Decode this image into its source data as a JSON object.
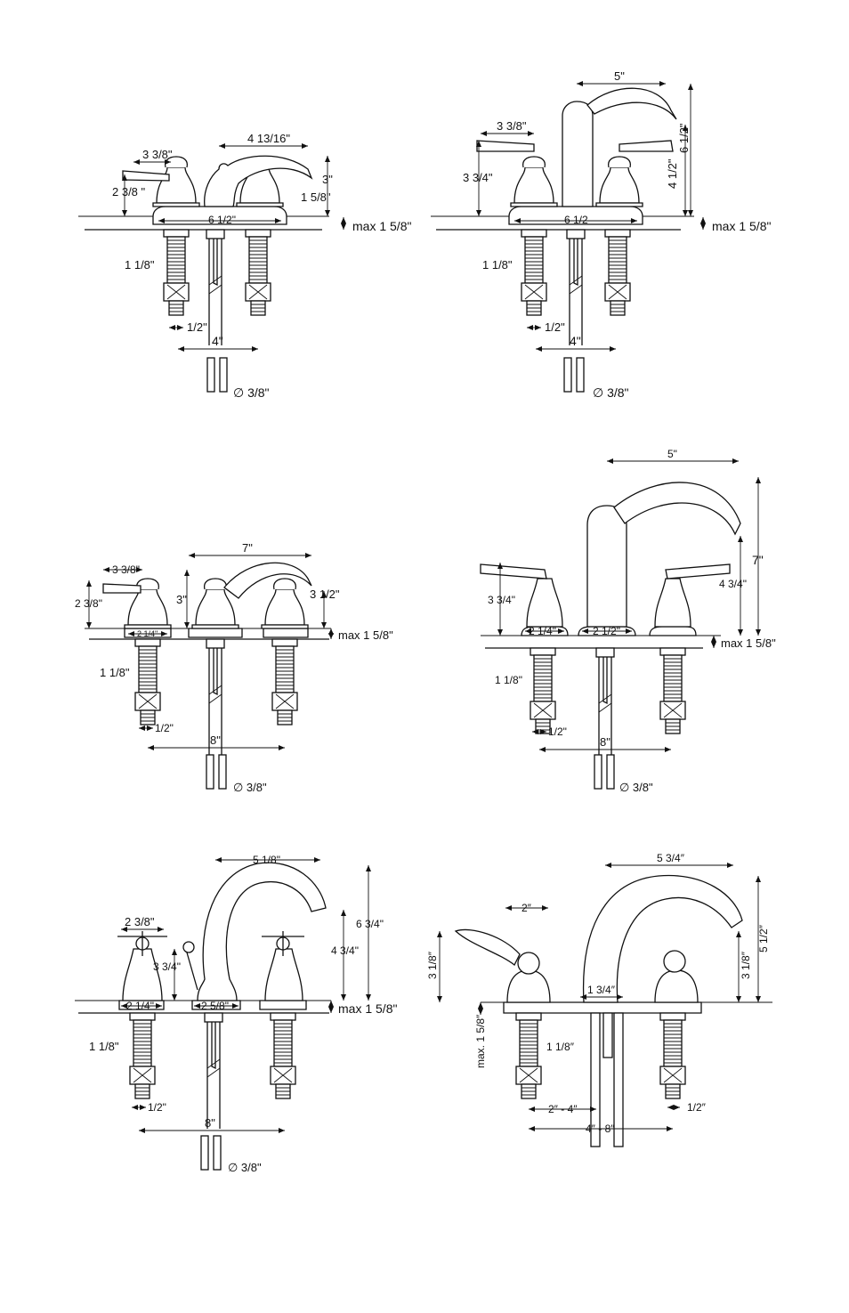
{
  "page": {
    "background": "#ffffff",
    "ink": "#111111"
  },
  "diagrams": [
    {
      "id": "d1",
      "dims": {
        "handle_width": "3 3/8\"",
        "spout_reach": "4 13/16\"",
        "handle_height": "2 3/8 \"",
        "overall_height": "3\"",
        "spout_height": "1 5/8\"",
        "base_width": "6 1/2\"",
        "max_deck": "max 1 5/8\"",
        "shank": "1 1/8\"",
        "thread": "1/2\"",
        "centers": "4\"",
        "supply": "∅ 3/8\""
      }
    },
    {
      "id": "d2",
      "dims": {
        "handle_width": "3 3/8\"",
        "spout_reach": "5\"",
        "handle_height": "3 3/4\"",
        "spout_height": "4 1/2\"",
        "overall_height": "6 1/2\"",
        "base_width": "6 1/2",
        "max_deck": "max 1 5/8\"",
        "shank": "1 1/8\"",
        "thread": "1/2\"",
        "centers": "4\"",
        "supply": "∅ 3/8\""
      }
    },
    {
      "id": "d3",
      "dims": {
        "handle_width": "3 3/8\"",
        "spout_reach": "7\"",
        "handle_height": "2 3/8\"",
        "overall_height": "3\"",
        "spout_height": "3 1/2\"",
        "handle_base": "2 1/4\"",
        "max_deck": "max 1 5/8\"",
        "shank": "1 1/8\"",
        "thread": "1/2\"",
        "centers": "8\"",
        "supply": "∅ 3/8\""
      }
    },
    {
      "id": "d4",
      "dims": {
        "spout_reach": "5\"",
        "overall_height": "7\"",
        "spout_height": "4 3/4\"",
        "handle_height": "3 3/4\"",
        "handle_base": "2 1/4\"",
        "spout_base": "2 1/2\"",
        "max_deck": "max 1 5/8\"",
        "shank": "1 1/8\"",
        "thread": "1/2\"",
        "centers": "8\"",
        "supply": "∅ 3/8\""
      }
    },
    {
      "id": "d5",
      "dims": {
        "spout_reach": "5 1/8\"",
        "handle_width": "2 3/8\"",
        "overall_height": "6 3/4\"",
        "spout_height": "4 3/4\"",
        "handle_height": "3 3/4\"",
        "handle_base": "2 1/4\"",
        "spout_base": "2 5/8\"",
        "max_deck": "max 1 5/8\"",
        "shank": "1 1/8\"",
        "thread": "1/2\"",
        "centers": "8\"",
        "supply": "∅ 3/8\""
      }
    },
    {
      "id": "d6",
      "dims": {
        "spout_reach": "5 3/4″",
        "handle_width": "2″",
        "handle_height": "3 1/8″",
        "spout_height": "3 1/8″",
        "overall_height": "5 1/2″",
        "spout_base": "1 3/4″",
        "max_deck": "max. 1 5/8″",
        "shank": "1 1/8″",
        "thread": "1/2″",
        "centers_short": "2″ - 4″",
        "centers_long": "4″ - 8″"
      }
    }
  ]
}
